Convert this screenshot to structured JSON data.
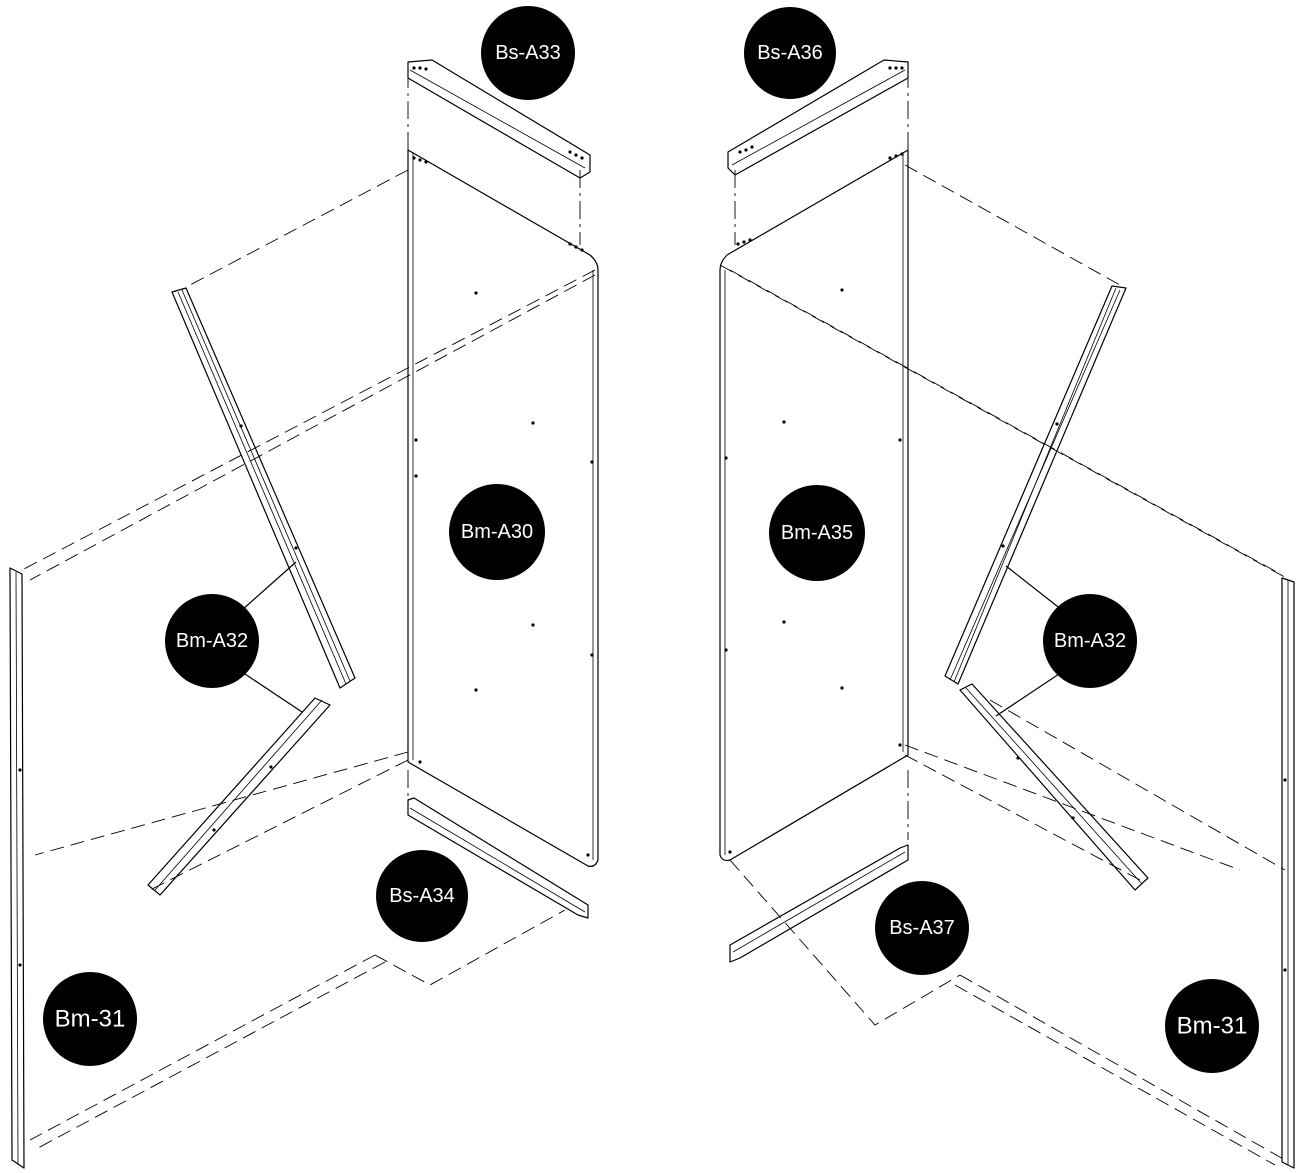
{
  "callouts": {
    "bs_a33": "Bs-A33",
    "bs_a36": "Bs-A36",
    "bm_a30": "Bm-A30",
    "bm_a35": "Bm-A35",
    "bm_a32_left": "Bm-A32",
    "bm_a32_right": "Bm-A32",
    "bs_a34": "Bs-A34",
    "bs_a37": "Bs-A37",
    "bm_31_left": "Bm-31",
    "bm_31_right": "Bm-31"
  },
  "colors": {
    "ink": "#000000",
    "paper": "#ffffff",
    "callout_text": "#ffffff"
  }
}
